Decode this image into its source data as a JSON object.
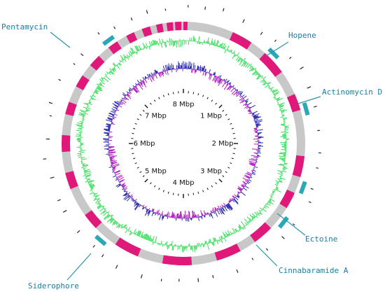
{
  "genome_map": {
    "scale_unit": "Mbp",
    "scale_labels": [
      "8 Mbp",
      "1 Mbp",
      "2 Mbp",
      "3 Mbp",
      "4 Mbp",
      "5 Mbp",
      "6 Mbp",
      "7 Mbp"
    ],
    "scale_positions_mbp": [
      0,
      1,
      2,
      3,
      4,
      5,
      6,
      7
    ],
    "genome_size_mbp": 8,
    "clusters": [
      {
        "name": "Pentamycin",
        "position_mbp": 7.2
      },
      {
        "name": "Hopene",
        "position_mbp": 1.0
      },
      {
        "name": "Actinomycin D",
        "position_mbp": 1.65
      },
      {
        "name": "Ectoine",
        "position_mbp": 2.45
      },
      {
        "name": "Cinnabaramide A",
        "position_mbp": 2.85
      },
      {
        "name": "Siderophore",
        "position_mbp": 4.9
      }
    ],
    "colors": {
      "bgc_block": "#e0187a",
      "backbone": "#c8c8c8",
      "gc_skew": "#33dd55",
      "gc_content_a": "#2a2ab0",
      "gc_content_b": "#b020c0",
      "highlight_marker": "#2aa8b8",
      "callout_line": "#2a95b0",
      "label_text": "#1a7ea0"
    }
  }
}
